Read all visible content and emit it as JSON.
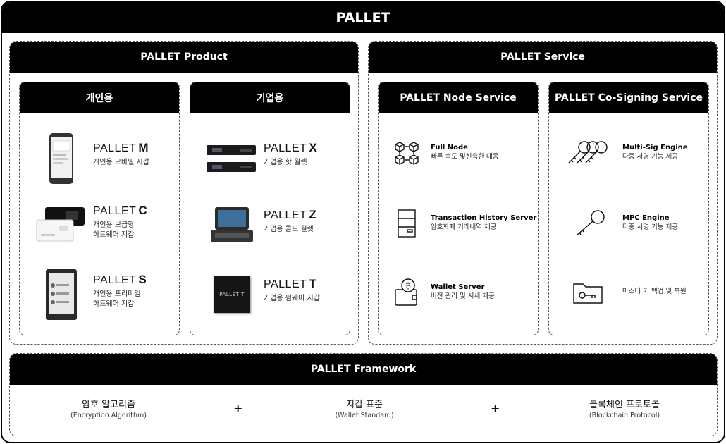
{
  "title": "PALLET",
  "product": {
    "title": "PALLET Product",
    "personal": {
      "title": "개인용",
      "items": [
        {
          "name": "PALLET",
          "letter": "M",
          "desc": [
            "개인용 모바일 지갑"
          ]
        },
        {
          "name": "PALLET",
          "letter": "C",
          "desc": [
            "개인용 보급형",
            "하드웨어 지갑"
          ]
        },
        {
          "name": "PALLET",
          "letter": "S",
          "desc": [
            "개인용 프리미엄",
            "하드웨어 지갑"
          ]
        }
      ]
    },
    "enterprise": {
      "title": "기업용",
      "items": [
        {
          "name": "PALLET",
          "letter": "X",
          "desc": [
            "기업용 핫 월렛"
          ]
        },
        {
          "name": "PALLET",
          "letter": "Z",
          "desc": [
            "기업용 콜드 월렛"
          ]
        },
        {
          "name": "PALLET",
          "letter": "T",
          "desc": [
            "기업용 펌웨어 지갑"
          ],
          "device_label": "PALLET T"
        }
      ]
    }
  },
  "service": {
    "title": "PALLET Service",
    "node": {
      "title": "PALLET Node Service",
      "items": [
        {
          "icon": "node-cubes-icon",
          "title": "Full Node",
          "desc": "빠른 속도 및신속한 대응"
        },
        {
          "icon": "server-icon",
          "title": "Transaction History Server",
          "desc": "암호화폐 거래내역 제공"
        },
        {
          "icon": "bitcoin-wallet-icon",
          "title": "Wallet Server",
          "desc": "버전 관리 및 시세 제공"
        }
      ]
    },
    "cosign": {
      "title": "PALLET Co-Signing Service",
      "items": [
        {
          "icon": "multi-key-icon",
          "title": "Multi-Sig Engine",
          "desc": "다중 서명 기능 제공"
        },
        {
          "icon": "key-icon",
          "title": "MPC Engine",
          "desc": "다중 서명 기능 제공"
        },
        {
          "icon": "key-folder-icon",
          "title": "",
          "desc": "마스터 키 백업 및 복원"
        }
      ]
    }
  },
  "framework": {
    "title": "PALLET Framework",
    "items": [
      {
        "main": "암호 알고리즘",
        "sub": "(Encryption Algorithm)"
      },
      {
        "main": "지갑 표준",
        "sub": "(Wallet Standard)"
      },
      {
        "main": "블록체인 프로토콜",
        "sub": "(Blockchain Protocol)"
      }
    ],
    "separator": "+"
  }
}
